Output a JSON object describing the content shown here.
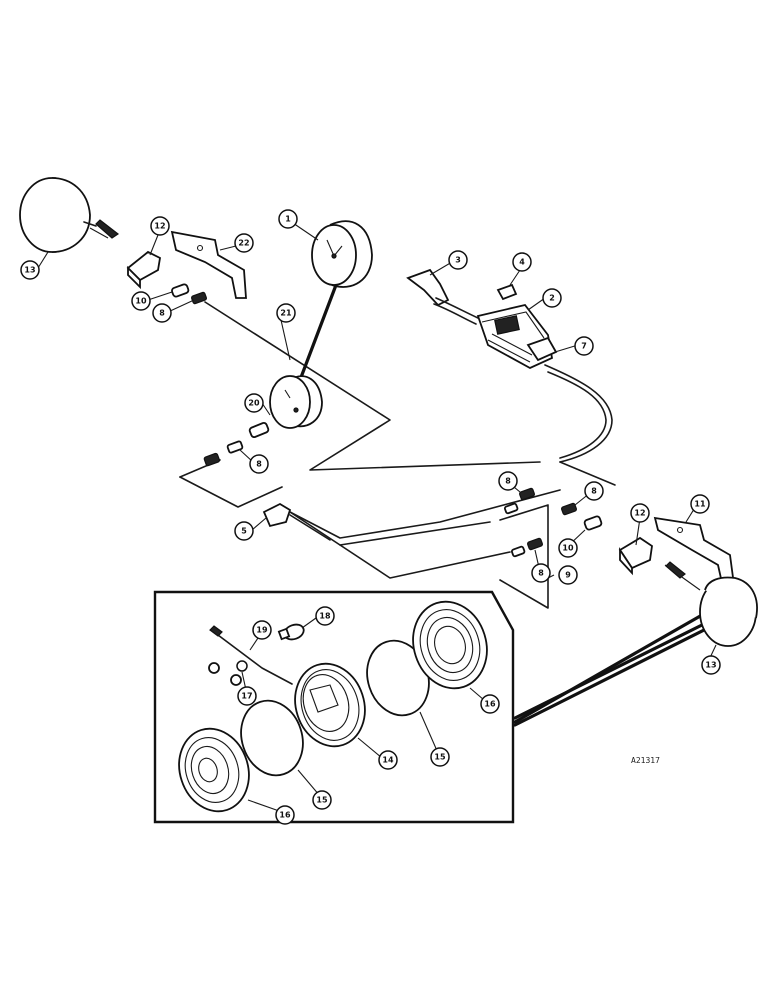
{
  "callouts": {
    "c1": "1",
    "c2": "2",
    "c3": "3",
    "c4": "4",
    "c5": "5",
    "c7": "7",
    "c8a": "8",
    "c8b": "8",
    "c8c": "8",
    "c8d": "8",
    "c8e": "8",
    "c9": "9",
    "c10a": "10",
    "c10b": "10",
    "c11": "11",
    "c12a": "12",
    "c12b": "12",
    "c13a": "13",
    "c13b": "13",
    "c14": "14",
    "c15a": "15",
    "c15b": "15",
    "c16a": "16",
    "c16b": "16",
    "c17": "17",
    "c18": "18",
    "c19": "19",
    "c20": "20",
    "c21": "21",
    "c22": "22"
  },
  "drawing_number": "A21317"
}
